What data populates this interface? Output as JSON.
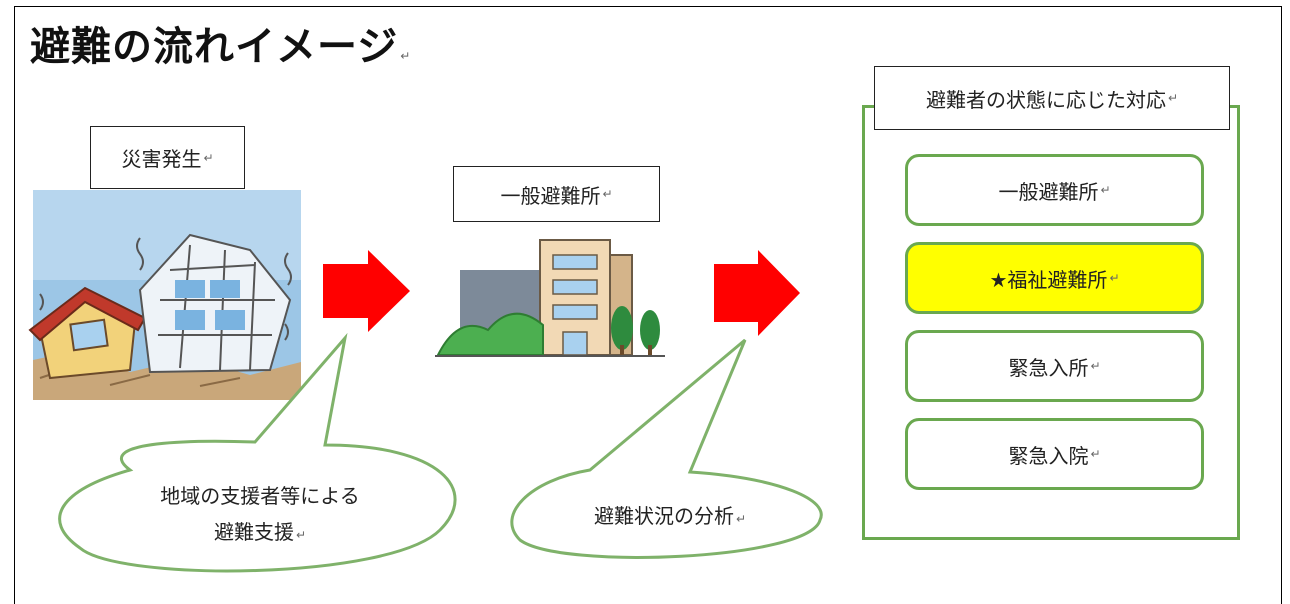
{
  "title": "避難の流れイメージ",
  "return_mark": "↵",
  "stages": {
    "disaster": {
      "label": "災害発生"
    },
    "shelter": {
      "label": "一般避難所"
    }
  },
  "response_panel": {
    "heading": "避難者の状態に応じた対応",
    "options": [
      {
        "label": "一般避難所",
        "highlight": false
      },
      {
        "label": "★福祉避難所",
        "highlight": true
      },
      {
        "label": "緊急入所",
        "highlight": false
      },
      {
        "label": "緊急入院",
        "highlight": false
      }
    ]
  },
  "bubbles": {
    "support": {
      "line1": "地域の支援者等による",
      "line2": "避難支援"
    },
    "analysis": {
      "text": "避難状況の分析"
    }
  },
  "colors": {
    "arrow": "#ff0000",
    "panel_border": "#6aa84f",
    "highlight": "#ffff00",
    "sky": "#9cc6e6",
    "ground": "#c9a77a"
  }
}
